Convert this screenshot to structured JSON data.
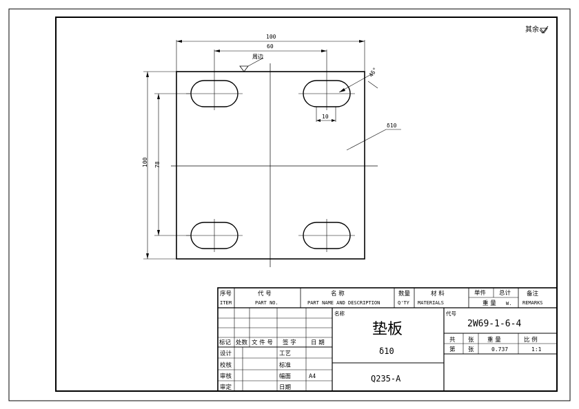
{
  "drawing": {
    "surface_note": "其余",
    "local_roughness": "周边",
    "thickness_callout": "δ10",
    "hole_angle": "45°"
  },
  "dimensions": {
    "overall_width": "100",
    "hole_spacing_x": "60",
    "slot_width": "10",
    "overall_height": "100",
    "hole_spacing_y": "78"
  },
  "title_block": {
    "header": {
      "seq_cn": "序号",
      "seq_en": "ITEM",
      "code_cn": "代 号",
      "code_en": "PART NO.",
      "name_cn": "名 称",
      "name_en": "PART NAME AND DESCRIPTION",
      "qty_cn": "数量",
      "qty_en": "Q'TY",
      "material_cn": "材 料",
      "material_en": "MATERIALS",
      "unit_cn": "单件",
      "total_cn": "总计",
      "weight_cn": "重 量",
      "weight_en": "W.",
      "remarks_cn": "备注",
      "remarks_en": "REMARKS"
    },
    "labels": {
      "name_label": "名称",
      "code_label": "代号",
      "mark": "标记",
      "count": "处数",
      "doc_no": "文 件 号",
      "sign": "签 字",
      "date": "日 期",
      "design": "设计",
      "check": "校核",
      "review": "审核",
      "approve": "审定",
      "process": "工艺",
      "standard": "标准",
      "sheet_size_label": "幅面",
      "date2": "日期",
      "total_sheets": "共",
      "sheets": "张",
      "weight_label": "重 量",
      "scale_label": "比 例",
      "sheet_no": "第",
      "sheet_unit": "张"
    },
    "values": {
      "part_name": "垫板",
      "thickness": "δ10",
      "material": "Q235-A",
      "drawing_no": "2W69-1-6-4",
      "sheet_size": "A4",
      "weight": "0.737",
      "scale": "1:1"
    }
  }
}
